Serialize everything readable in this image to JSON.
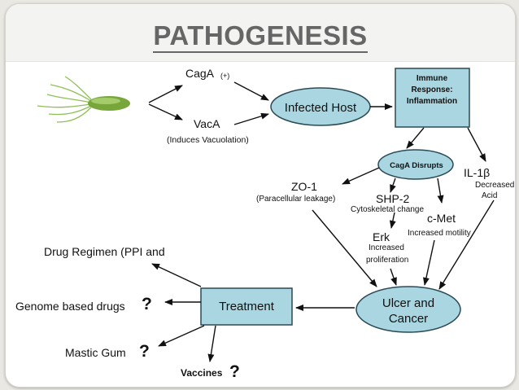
{
  "title": "PATHOGENESIS",
  "nodes": {
    "caga": "CagA",
    "caga_sup": "(+)",
    "vaca": "VacA",
    "vaca_note": "(Induces Vacuolation)",
    "infected_host": "Infected Host",
    "immune_l1": "Immune",
    "immune_l2": "Response:",
    "immune_l3": "Inflammation",
    "caga_disrupts": "CagA Disrupts",
    "il1b": "IL-1β",
    "il1b_note_l1": "Decreased",
    "il1b_note_l2": "Acid",
    "zo1": "ZO-1",
    "zo1_note": "(Paracellular leakage)",
    "shp2": "SHP-2",
    "shp2_note": "Cytoskeletal change",
    "cmet": "c-Met",
    "cmet_note": "Increased motility",
    "erk": "Erk",
    "erk_note_l1": "Increased",
    "erk_note_l2": "proliferation",
    "ulcer_l1": "Ulcer and",
    "ulcer_l2": "Cancer",
    "treatment": "Treatment",
    "drug_regimen": "Drug Regimen (PPI and",
    "genome_drugs": "Genome based drugs",
    "mastic_gum": "Mastic Gum",
    "vaccines": "Vaccines",
    "qmark": "?"
  },
  "colors": {
    "box_fill": "#a9d6e0",
    "ellipse_fill": "#a9d6e0",
    "stroke": "#2a4a56",
    "bacterium": "#78a63a"
  }
}
